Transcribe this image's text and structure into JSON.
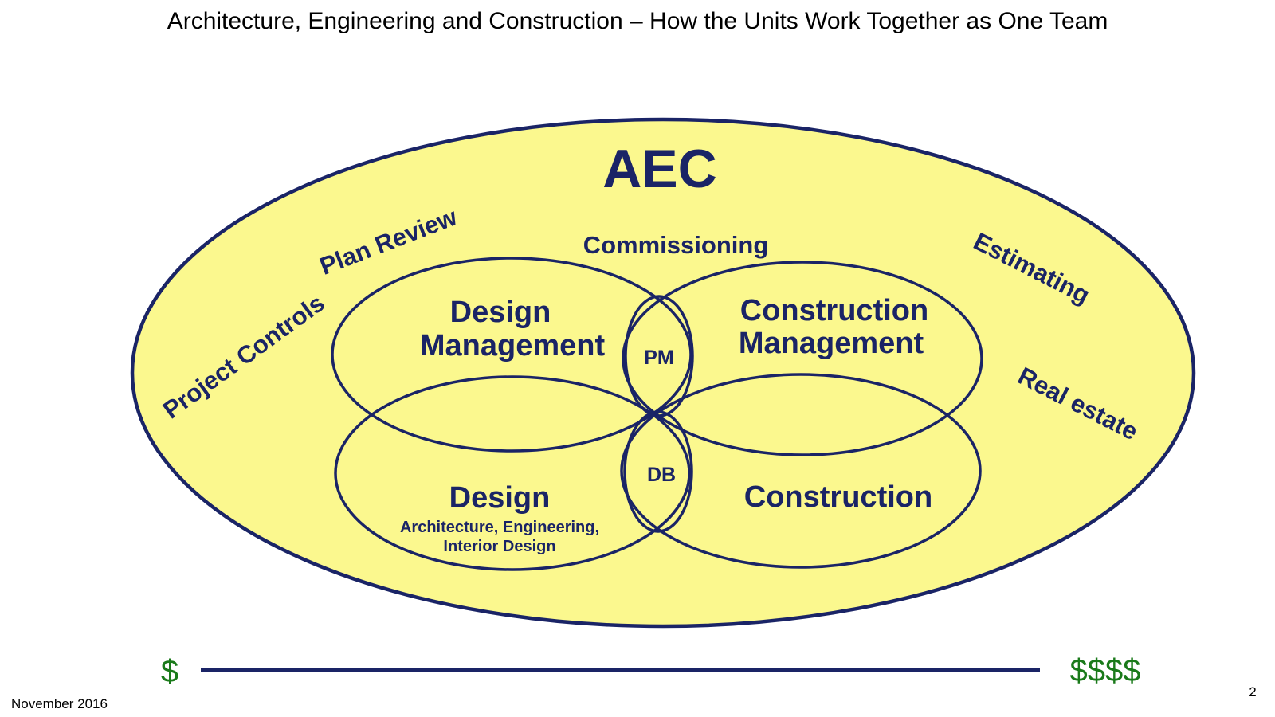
{
  "slide": {
    "title": "Architecture, Engineering and Construction – How the Units Work Together as One Team",
    "footer_date": "November 2016",
    "page_number": "2"
  },
  "diagram": {
    "outer_label": "AEC",
    "surrounding_labels": {
      "plan_review": "Plan Review",
      "project_controls": "Project Controls",
      "commissioning": "Commissioning",
      "estimating": "Estimating",
      "real_estate": "Real estate"
    },
    "units": {
      "design_management": {
        "line1": "Design",
        "line2": "Management"
      },
      "construction_management": {
        "line1": "Construction",
        "line2": "Management"
      },
      "design": {
        "label": "Design",
        "sub_line1": "Architecture, Engineering,",
        "sub_line2": "Interior Design"
      },
      "construction": {
        "label": "Construction"
      }
    },
    "overlaps": {
      "pm": "PM",
      "db": "DB"
    }
  },
  "cost_scale": {
    "low_label": "$",
    "high_label": "$$$$"
  },
  "colors": {
    "navy": "#1a2466",
    "yellow_fill": "#fbf88e",
    "money_green": "#1a7a1a"
  }
}
